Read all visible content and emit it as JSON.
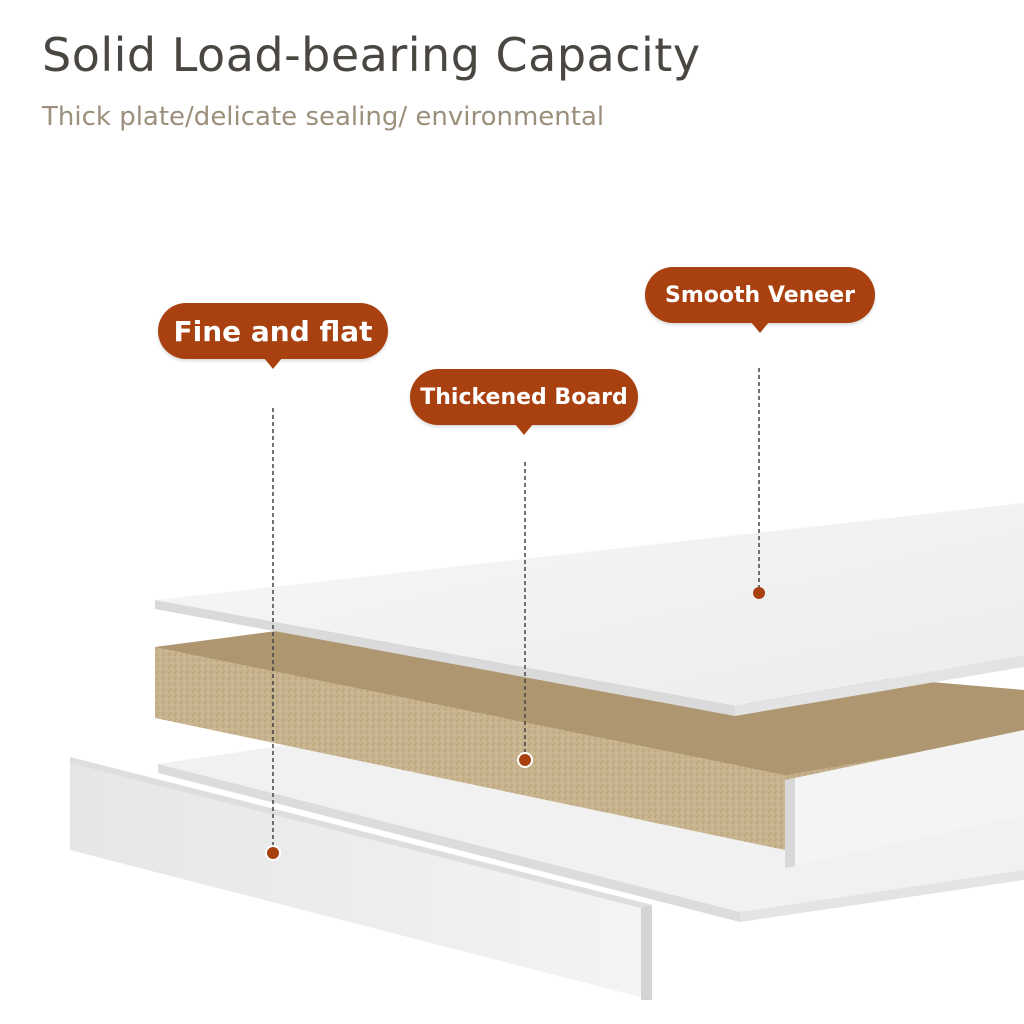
{
  "header": {
    "title": "Solid Load-bearing Capacity",
    "subtitle": "Thick plate/delicate sealing/ environmental"
  },
  "callouts": {
    "fine_and_flat": "Fine and flat",
    "thickened_board": "Thickened Board",
    "smooth_veneer": "Smooth Veneer"
  },
  "colors": {
    "accent": "#a8410f",
    "title": "#4a4642",
    "subtitle": "#9c8f7c",
    "board_core": "#c8b48e"
  }
}
